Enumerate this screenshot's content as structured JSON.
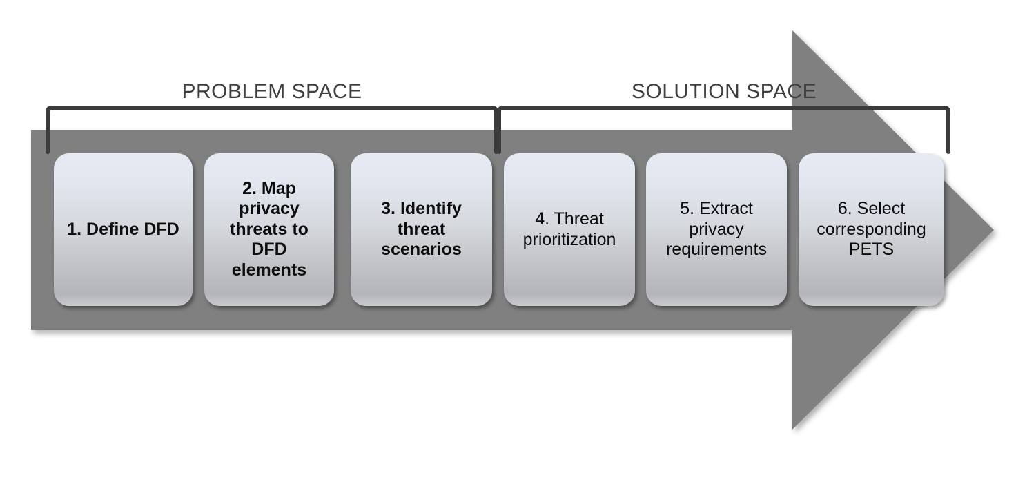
{
  "diagram": {
    "title": "Privacy threat modeling methodology process arrow",
    "arrow_color": "#808080",
    "bracket_color": "#404040",
    "box_text_color": "#0d0d0d",
    "label_text_color": "#3f3f3f",
    "box_gradient_top": "#e6eaf3",
    "box_gradient_bottom": "#b4b5ba"
  },
  "phases": [
    {
      "id": "problem-space",
      "label": "PROBLEM SPACE"
    },
    {
      "id": "solution-space",
      "label": "SOLUTION SPACE"
    }
  ],
  "steps": [
    {
      "number": "1",
      "label": "1. Define DFD",
      "weight": "bold",
      "phase": "problem-space"
    },
    {
      "number": "2",
      "label": "2. Map\nprivacy\nthreats to\nDFD\nelements",
      "weight": "bold",
      "phase": "problem-space"
    },
    {
      "number": "3",
      "label": "3. Identify\nthreat\nscenarios",
      "weight": "bold",
      "phase": "problem-space"
    },
    {
      "number": "4",
      "label": "4. Threat\nprioritization",
      "weight": "normal",
      "phase": "solution-space"
    },
    {
      "number": "5",
      "label": "5. Extract\nprivacy\nrequirements",
      "weight": "normal",
      "phase": "solution-space"
    },
    {
      "number": "6",
      "label": "6. Select\ncorresponding\nPETS",
      "weight": "normal",
      "phase": "solution-space"
    }
  ]
}
